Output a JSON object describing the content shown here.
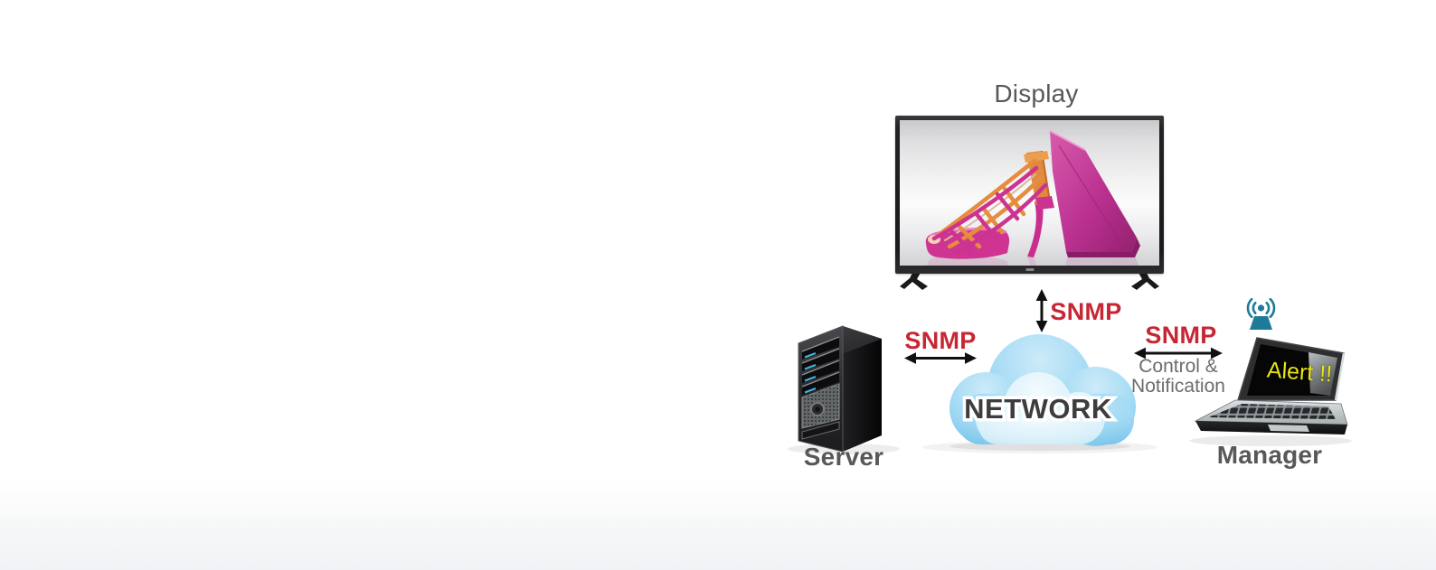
{
  "figure": {
    "title": "SNMP network control diagram"
  },
  "nodes": {
    "display": {
      "label": "Display"
    },
    "server": {
      "label": "Server"
    },
    "network": {
      "label": "NETWORK"
    },
    "manager": {
      "label": "Manager",
      "screen_alert": "Alert !!"
    }
  },
  "links": {
    "network_display": {
      "protocol": "SNMP",
      "direction": "bidirectional"
    },
    "server_network": {
      "protocol": "SNMP",
      "direction": "bidirectional"
    },
    "network_manager": {
      "protocol": "SNMP",
      "direction": "bidirectional",
      "description_line1": "Control &",
      "description_line2": "Notification"
    }
  },
  "icons": {
    "manager_signal": "wireless-signal-icon",
    "display_screen_content": "pink-heel-and-clutch-image"
  },
  "colors": {
    "snmp_red": "#c72634",
    "label_gray": "#58585b",
    "description_gray": "#6c6c70",
    "cloud_blue": "#9fd8f3",
    "network_text": "#3d3d3f",
    "alert_yellow": "#e9e414",
    "antenna_teal": "#1e7a99",
    "arrow_black": "#111111",
    "shoe_pink": "#cc3390",
    "strap_orange": "#e68c3e"
  }
}
